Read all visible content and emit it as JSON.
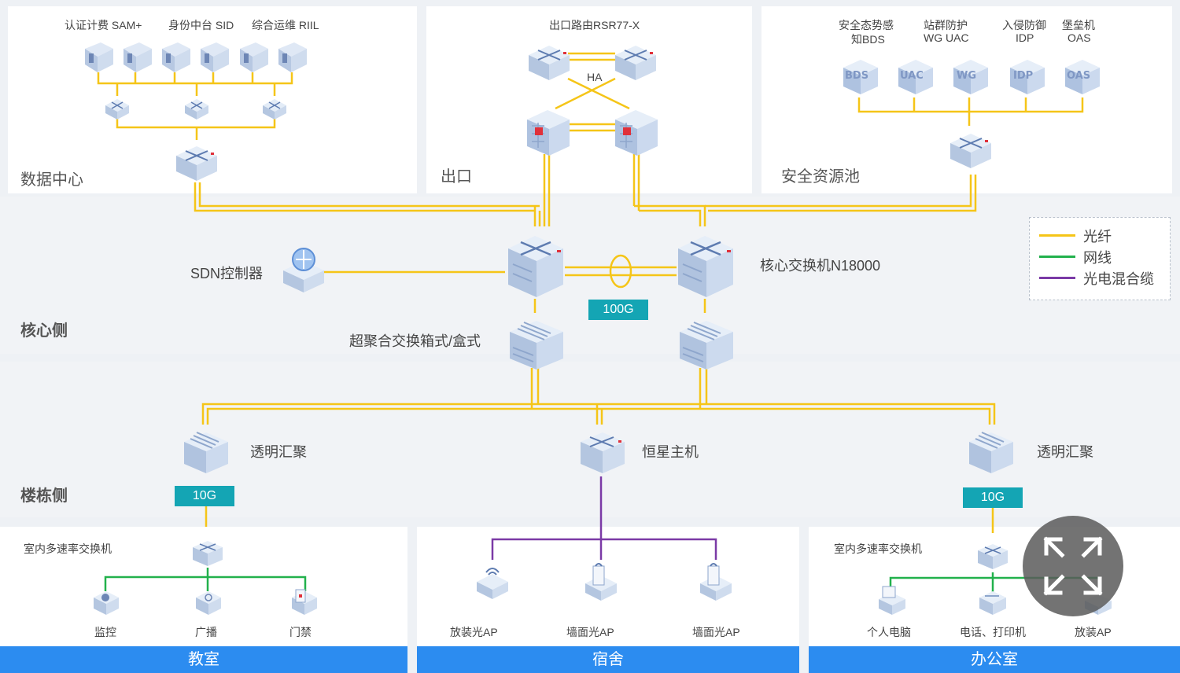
{
  "sections": {
    "datacenter": "数据中心",
    "egress": "出口",
    "security_pool": "安全资源池",
    "core_side": "核心侧",
    "building_side": "楼栋侧"
  },
  "datacenter": {
    "labels": [
      "认证计费  SAM+",
      "身份中台 SID",
      "综合运维 RIIL"
    ]
  },
  "egress": {
    "router_label": "出口路由RSR77-X",
    "ha_label": "HA"
  },
  "security": {
    "items": [
      {
        "line1": "安全态势感",
        "line2": "知BDS",
        "badge": "BDS"
      },
      {
        "line1": "站群防护",
        "line2": "WG UAC",
        "badge": "UAC"
      },
      {
        "line1": "入侵防御",
        "line2": "IDP",
        "badge": "WG"
      },
      {
        "line1": "堡垒机",
        "line2": "OAS",
        "badge": "IDP"
      }
    ],
    "extra_badge": "OAS"
  },
  "core": {
    "sdn_label": "SDN控制器",
    "core_switch_label": "核心交换机N18000",
    "link_tag": "100G",
    "chassis_label": "超聚合交换箱式/盒式"
  },
  "building": {
    "left_label": "透明汇聚",
    "center_label": "恒星主机",
    "right_label": "透明汇聚",
    "left_tag": "10G",
    "right_tag": "10G"
  },
  "classroom": {
    "switch_label": "室内多速率交换机",
    "devices": [
      "监控",
      "广播",
      "门禁"
    ],
    "footer": "教室"
  },
  "dorm": {
    "devices": [
      "放装光AP",
      "墙面光AP",
      "墙面光AP"
    ],
    "footer": "宿舍"
  },
  "office": {
    "switch_label": "室内多速率交换机",
    "devices": [
      "个人电脑",
      "电话、打印机",
      "放装AP"
    ],
    "footer": "办公室"
  },
  "legend": [
    {
      "label": "光纤",
      "color": "#f5c518"
    },
    {
      "label": "网线",
      "color": "#22b14c"
    },
    {
      "label": "光电混合缆",
      "color": "#7b3aa6"
    }
  ],
  "colors": {
    "fiber": "#f5c518",
    "ethernet": "#22b14c",
    "hybrid": "#7b3aa6",
    "tag_bg": "#14a5b4",
    "footer_bg": "#2c8cf0"
  }
}
